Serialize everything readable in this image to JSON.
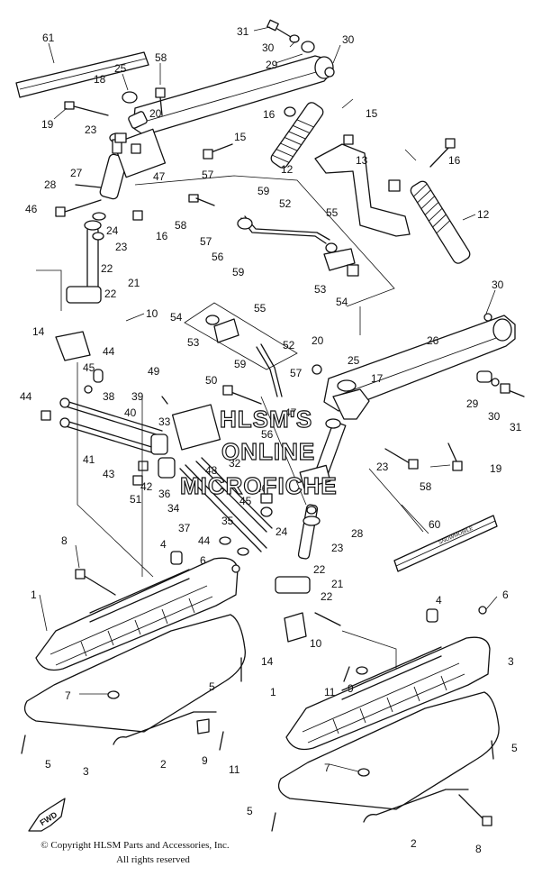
{
  "watermark": {
    "line1": "HLSM'S",
    "line2": "ONLINE",
    "line3": "MICROFICHE"
  },
  "copyright": {
    "line1": "© Copyright HLSM Parts and Accessories, Inc.",
    "line2": "All rights reserved"
  },
  "fwd_label": "FWD",
  "decal_text": "SNOWMOBILE",
  "callouts": [
    "61",
    "31",
    "30",
    "30",
    "29",
    "25",
    "58",
    "18",
    "20",
    "19",
    "23",
    "15",
    "16",
    "12",
    "13",
    "15",
    "16",
    "12",
    "27",
    "47",
    "28",
    "57",
    "59",
    "52",
    "55",
    "46",
    "24",
    "58",
    "16",
    "57",
    "23",
    "56",
    "59",
    "53",
    "54",
    "22",
    "21",
    "22",
    "30",
    "10",
    "54",
    "55",
    "53",
    "52",
    "14",
    "26",
    "44",
    "20",
    "25",
    "17",
    "45",
    "49",
    "59",
    "57",
    "44",
    "38",
    "39",
    "50",
    "29",
    "30",
    "31",
    "40",
    "33",
    "56",
    "47",
    "41",
    "43",
    "42",
    "36",
    "48",
    "32",
    "23",
    "19",
    "51",
    "34",
    "46",
    "45",
    "58",
    "37",
    "35",
    "24",
    "28",
    "8",
    "4",
    "44",
    "6",
    "60",
    "23",
    "22",
    "21",
    "22",
    "1",
    "4",
    "6",
    "10",
    "14",
    "3",
    "7",
    "5",
    "1",
    "11",
    "9",
    "2",
    "9",
    "11",
    "3",
    "5",
    "7",
    "5",
    "5",
    "2",
    "8"
  ],
  "colors": {
    "line": "#111111",
    "background": "#ffffff"
  }
}
